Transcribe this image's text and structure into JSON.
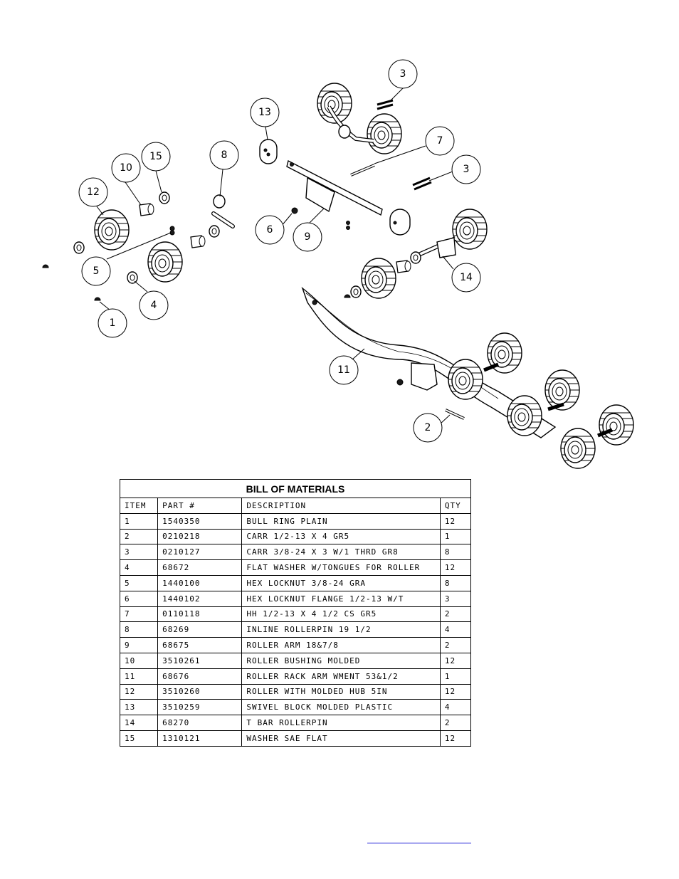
{
  "callouts": [
    "1",
    "2",
    "3",
    "3",
    "4",
    "5",
    "6",
    "7",
    "8",
    "9",
    "10",
    "11",
    "12",
    "13",
    "14",
    "15"
  ],
  "bom": {
    "title": "BILL OF MATERIALS",
    "headers": [
      "ITEM",
      "PART #",
      "DESCRIPTION",
      "QTY"
    ],
    "rows": [
      [
        "1",
        "1540350",
        "BULL RING PLAIN",
        "12"
      ],
      [
        "2",
        "0210218",
        "CARR 1/2-13 X 4 GR5",
        "1"
      ],
      [
        "3",
        "0210127",
        "CARR 3/8-24 X 3 W/1 THRD GR8",
        "8"
      ],
      [
        "4",
        "68672",
        "FLAT WASHER W/TONGUES FOR ROLLER",
        "12"
      ],
      [
        "5",
        "1440100",
        "HEX LOCKNUT 3/8-24 GRA",
        "8"
      ],
      [
        "6",
        "1440102",
        "HEX LOCKNUT FLANGE 1/2-13 W/T",
        "3"
      ],
      [
        "7",
        "0110118",
        "HH 1/2-13 X 4 1/2 CS GR5",
        "2"
      ],
      [
        "8",
        "68269",
        "INLINE ROLLERPIN 19 1/2",
        "4"
      ],
      [
        "9",
        "68675",
        "ROLLER ARM 18&7/8",
        "2"
      ],
      [
        "10",
        "3510261",
        "ROLLER BUSHING MOLDED",
        "12"
      ],
      [
        "11",
        "68676",
        "ROLLER RACK ARM WMENT  53&1/2",
        "1"
      ],
      [
        "12",
        "3510260",
        "ROLLER WITH MOLDED HUB  5IN",
        "12"
      ],
      [
        "13",
        "3510259",
        "SWIVEL BLOCK MOLDED PLASTIC",
        "4"
      ],
      [
        "14",
        "68270",
        "T BAR ROLLERPIN",
        "2"
      ],
      [
        "15",
        "1310121",
        "WASHER SAE FLAT",
        "12"
      ]
    ]
  },
  "colors": {
    "ink": "#000000",
    "link": "#1a1ad6"
  }
}
